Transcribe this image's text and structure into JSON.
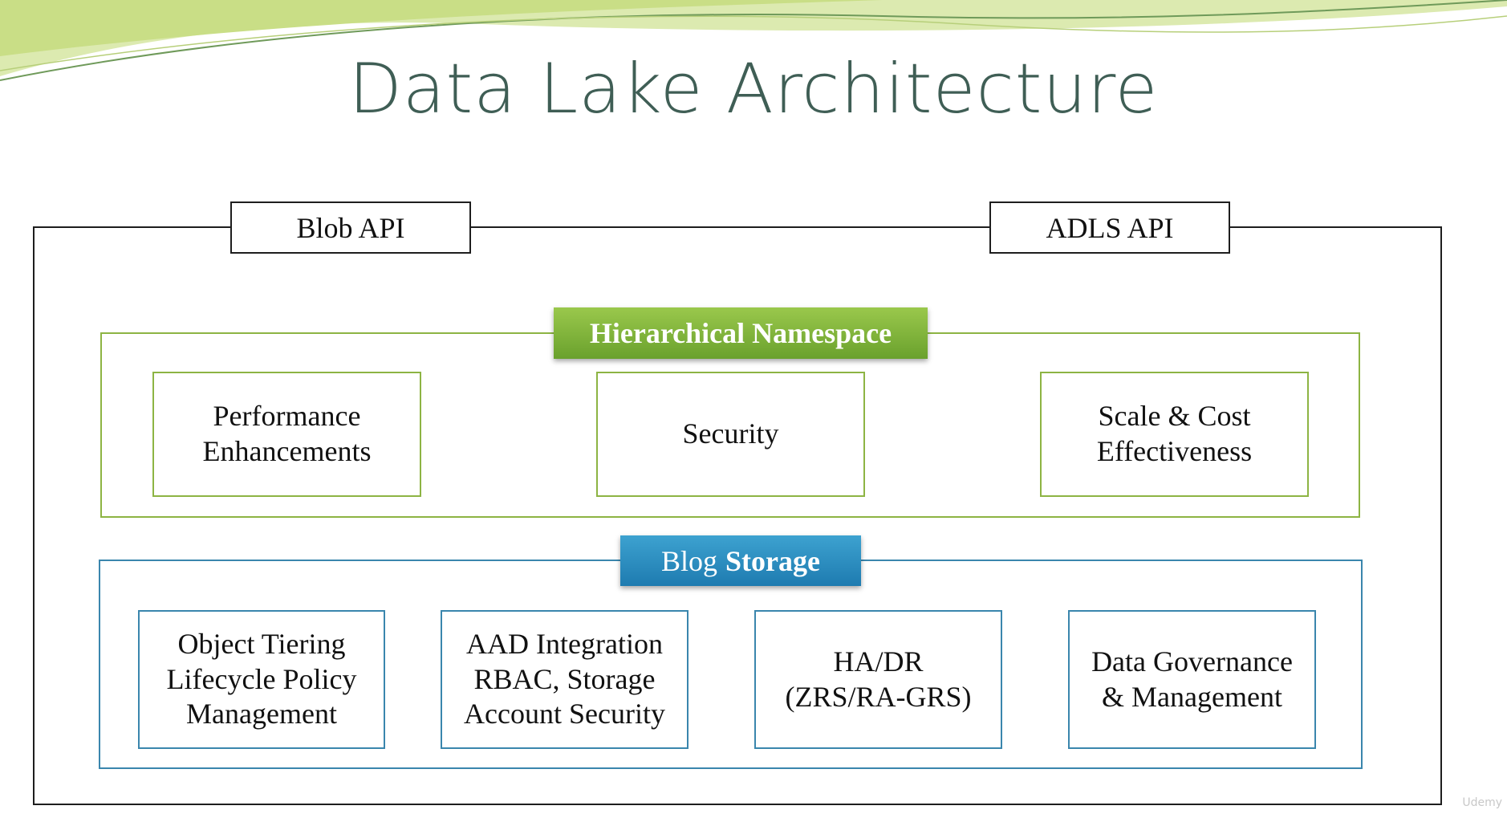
{
  "slide": {
    "title": "Data Lake Architecture",
    "apis": {
      "blob": "Blob API",
      "adls": "ADLS API"
    },
    "hierarchical": {
      "label": "Hierarchical Namespace",
      "items": [
        "Performance\nEnhancements",
        "Security",
        "Scale & Cost\nEffectiveness"
      ]
    },
    "storage": {
      "label_part1": "Blog",
      "label_part2": "Storage",
      "items": [
        "Object Tiering\nLifecycle Policy\nManagement",
        "AAD Integration\nRBAC, Storage\nAccount Security",
        "HA/DR\n(ZRS/RA-GRS)",
        "Data Governance\n& Management"
      ]
    },
    "watermark": "Udemy"
  },
  "colors": {
    "title": "#3f5e55",
    "green": "#8db443",
    "blue": "#3a86ad"
  }
}
